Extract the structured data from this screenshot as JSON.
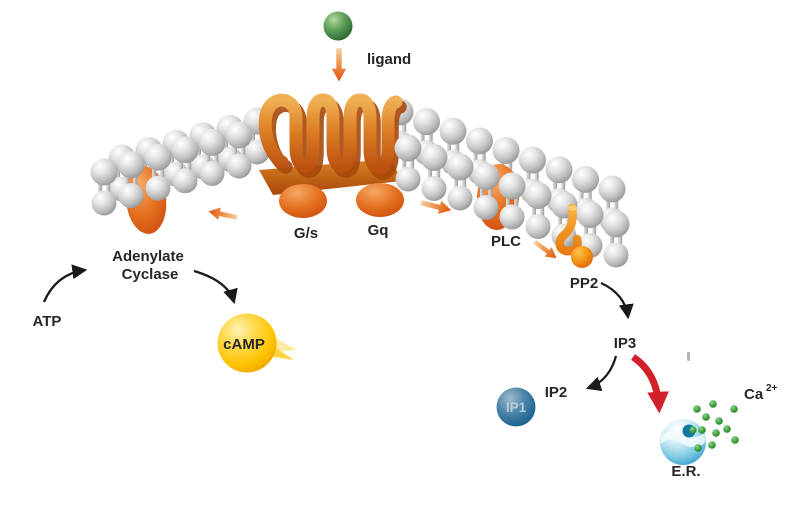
{
  "diagram": {
    "description": "GPCR signal transduction pathway",
    "labels": {
      "ligand": "ligand",
      "gs": "G/s",
      "gq": "Gq",
      "adenylate_line1": "Adenylate",
      "adenylate_line2": "Cyclase",
      "atp": "ATP",
      "camp": "cAMP",
      "plc": "PLC",
      "pp2": "PP2",
      "ip3": "IP3",
      "ip2": "IP2",
      "ip1": "IP1",
      "er": "E.R.",
      "ca": "Ca",
      "ca_sup": "2+"
    }
  },
  "colors": {
    "enzyme_orange": "#e4701f",
    "enzyme_orange_dark": "#cc4a0e",
    "receptor_orange": "#dd7f25",
    "membrane_gray": "#bdbdbd",
    "ligand_green": "#4e9950",
    "camp_yellow": "#fdc300",
    "ip1_blue": "#2f7fa8",
    "er_blue": "#2d9ac6",
    "calcium_green": "#3ca03c",
    "arrow_orange": "#e4520d",
    "arrow_red": "#d1202a",
    "arrow_black": "#1a1a1a",
    "text": "#262626"
  }
}
